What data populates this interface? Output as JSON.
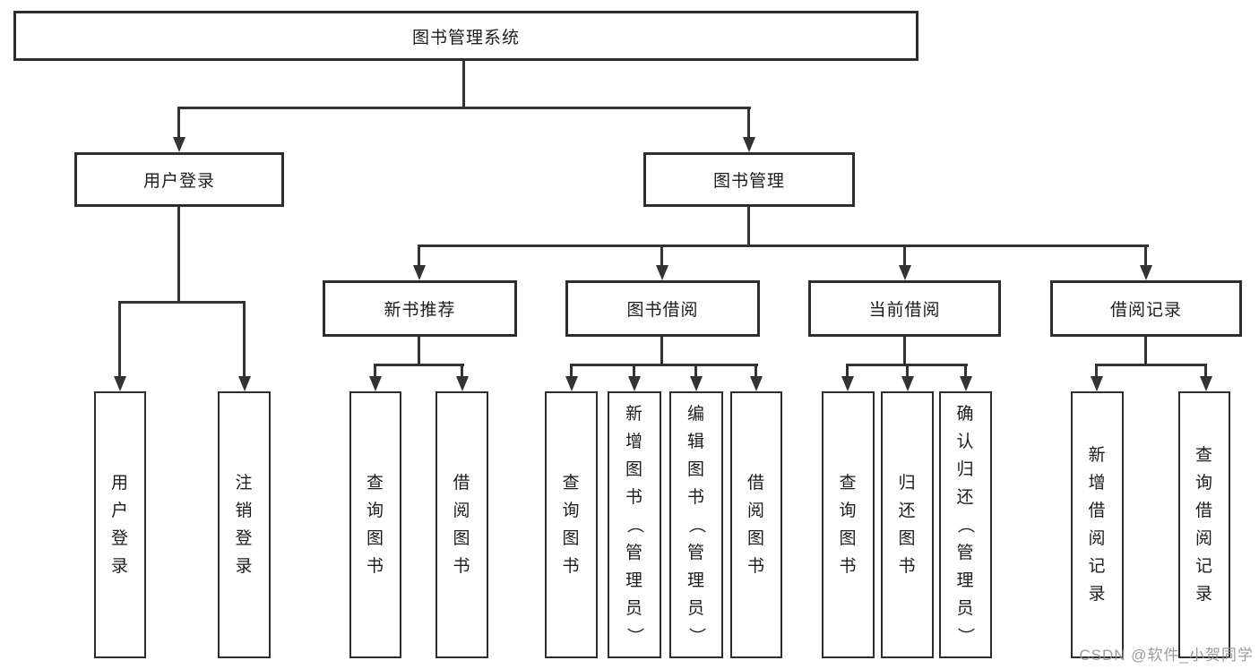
{
  "tree": {
    "root": "图书管理系统",
    "children": [
      {
        "label": "用户登录",
        "children": [
          "用户登录",
          "注销登录"
        ]
      },
      {
        "label": "图书管理",
        "children": [
          {
            "label": "新书推荐",
            "children": [
              "查询图书",
              "借阅图书"
            ]
          },
          {
            "label": "图书借阅",
            "children": [
              "查询图书",
              "新增图书（管理员）",
              "编辑图书（管理员）",
              "借阅图书"
            ]
          },
          {
            "label": "当前借阅",
            "children": [
              "查询图书",
              "归还图书",
              "确认归还（管理员）"
            ]
          },
          {
            "label": "借阅记录",
            "children": [
              "新增借阅记录",
              "查询借阅记录"
            ]
          }
        ]
      }
    ]
  },
  "watermark": {
    "text": "CSDN @软件_小贺同学"
  },
  "colors": {
    "line": "#333333",
    "box_border": "#2d2d2d",
    "box_fill": "#ffffff",
    "text": "#1c1c1c",
    "watermark": "#919191"
  }
}
